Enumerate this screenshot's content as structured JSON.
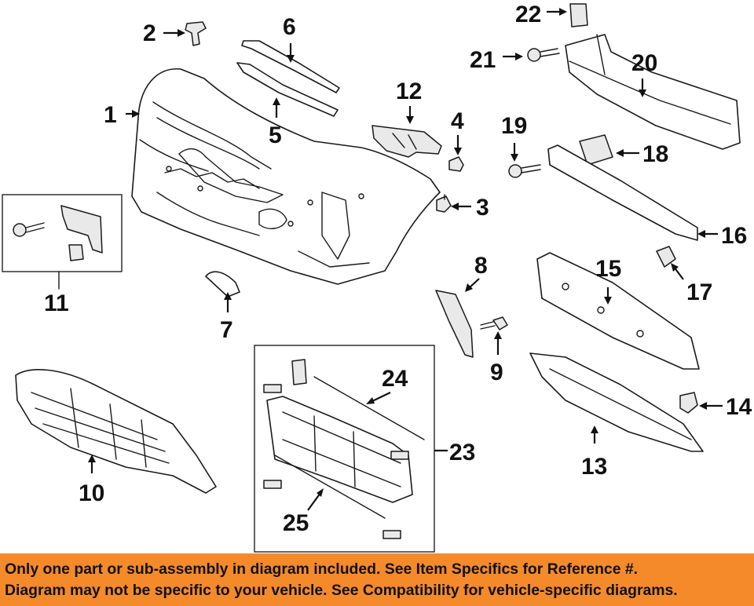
{
  "callouts": {
    "c1": "1",
    "c2": "2",
    "c3": "3",
    "c4": "4",
    "c5": "5",
    "c6": "6",
    "c7": "7",
    "c8": "8",
    "c9": "9",
    "c10": "10",
    "c11": "11",
    "c12": "12",
    "c13": "13",
    "c14": "14",
    "c15": "15",
    "c16": "16",
    "c17": "17",
    "c18": "18",
    "c19": "19",
    "c20": "20",
    "c21": "21",
    "c22": "22",
    "c23": "23",
    "c24": "24",
    "c25": "25"
  },
  "banner": {
    "line1": "Only one part or sub-assembly in diagram included. See Item Specifics for Reference #.",
    "line2": "Diagram may not be specific to your vehicle. See Compatibility for vehicle-specific diagrams."
  },
  "colors": {
    "banner_background": "#f58a2a",
    "line_art": "#1a1a1a"
  }
}
